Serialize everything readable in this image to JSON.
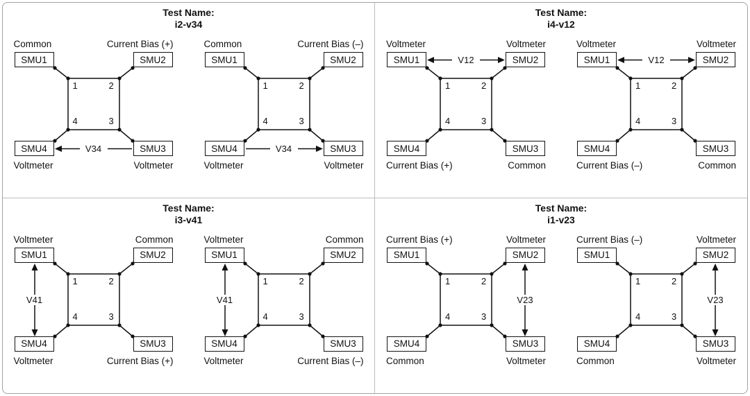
{
  "colors": {
    "background": "#ffffff",
    "line": "#111111",
    "outer_border": "#a3a3a3",
    "divider": "#bcbcbc"
  },
  "quadrants": [
    {
      "test_name_label": "Test Name:",
      "test_id": "i2-v34",
      "diagrams": [
        {
          "top_left_role": "Common",
          "top_right_role": "Current Bias (+)",
          "bottom_left_role": "Voltmeter",
          "bottom_right_role": "Voltmeter",
          "smu_top_left": "SMU1",
          "smu_top_right": "SMU2",
          "smu_bottom_left": "SMU4",
          "smu_bottom_right": "SMU3",
          "corner_top_left": "1",
          "corner_top_right": "2",
          "corner_bottom_left": "4",
          "corner_bottom_right": "3",
          "voltage_label": "V34",
          "arrow": "bottom-left"
        },
        {
          "top_left_role": "Common",
          "top_right_role": "Current Bias (–)",
          "bottom_left_role": "Voltmeter",
          "bottom_right_role": "Voltmeter",
          "smu_top_left": "SMU1",
          "smu_top_right": "SMU2",
          "smu_bottom_left": "SMU4",
          "smu_bottom_right": "SMU3",
          "corner_top_left": "1",
          "corner_top_right": "2",
          "corner_bottom_left": "4",
          "corner_bottom_right": "3",
          "voltage_label": "V34",
          "arrow": "bottom-right"
        }
      ]
    },
    {
      "test_name_label": "Test Name:",
      "test_id": "i4-v12",
      "diagrams": [
        {
          "top_left_role": "Voltmeter",
          "top_right_role": "Voltmeter",
          "bottom_left_role": "Current Bias (+)",
          "bottom_right_role": "Common",
          "smu_top_left": "SMU1",
          "smu_top_right": "SMU2",
          "smu_bottom_left": "SMU4",
          "smu_bottom_right": "SMU3",
          "corner_top_left": "1",
          "corner_top_right": "2",
          "corner_bottom_left": "4",
          "corner_bottom_right": "3",
          "voltage_label": "V12",
          "arrow": "top-both"
        },
        {
          "top_left_role": "Voltmeter",
          "top_right_role": "Voltmeter",
          "bottom_left_role": "Current Bias (–)",
          "bottom_right_role": "Common",
          "smu_top_left": "SMU1",
          "smu_top_right": "SMU2",
          "smu_bottom_left": "SMU4",
          "smu_bottom_right": "SMU3",
          "corner_top_left": "1",
          "corner_top_right": "2",
          "corner_bottom_left": "4",
          "corner_bottom_right": "3",
          "voltage_label": "V12",
          "arrow": "top-both"
        }
      ]
    },
    {
      "test_name_label": "Test Name:",
      "test_id": "i3-v41",
      "diagrams": [
        {
          "top_left_role": "Voltmeter",
          "top_right_role": "Common",
          "bottom_left_role": "Voltmeter",
          "bottom_right_role": "Current Bias (+)",
          "smu_top_left": "SMU1",
          "smu_top_right": "SMU2",
          "smu_bottom_left": "SMU4",
          "smu_bottom_right": "SMU3",
          "corner_top_left": "1",
          "corner_top_right": "2",
          "corner_bottom_left": "4",
          "corner_bottom_right": "3",
          "voltage_label": "V41",
          "arrow": "left-both"
        },
        {
          "top_left_role": "Voltmeter",
          "top_right_role": "Common",
          "bottom_left_role": "Voltmeter",
          "bottom_right_role": "Current Bias (–)",
          "smu_top_left": "SMU1",
          "smu_top_right": "SMU2",
          "smu_bottom_left": "SMU4",
          "smu_bottom_right": "SMU3",
          "corner_top_left": "1",
          "corner_top_right": "2",
          "corner_bottom_left": "4",
          "corner_bottom_right": "3",
          "voltage_label": "V41",
          "arrow": "left-both"
        }
      ]
    },
    {
      "test_name_label": "Test Name:",
      "test_id": "i1-v23",
      "diagrams": [
        {
          "top_left_role": "Current Bias (+)",
          "top_right_role": "Voltmeter",
          "bottom_left_role": "Common",
          "bottom_right_role": "Voltmeter",
          "smu_top_left": "SMU1",
          "smu_top_right": "SMU2",
          "smu_bottom_left": "SMU4",
          "smu_bottom_right": "SMU3",
          "corner_top_left": "1",
          "corner_top_right": "2",
          "corner_bottom_left": "4",
          "corner_bottom_right": "3",
          "voltage_label": "V23",
          "arrow": "right-both"
        },
        {
          "top_left_role": "Current Bias (–)",
          "top_right_role": "Voltmeter",
          "bottom_left_role": "Common",
          "bottom_right_role": "Voltmeter",
          "smu_top_left": "SMU1",
          "smu_top_right": "SMU2",
          "smu_bottom_left": "SMU4",
          "smu_bottom_right": "SMU3",
          "corner_top_left": "1",
          "corner_top_right": "2",
          "corner_bottom_left": "4",
          "corner_bottom_right": "3",
          "voltage_label": "V23",
          "arrow": "right-both"
        }
      ]
    }
  ]
}
